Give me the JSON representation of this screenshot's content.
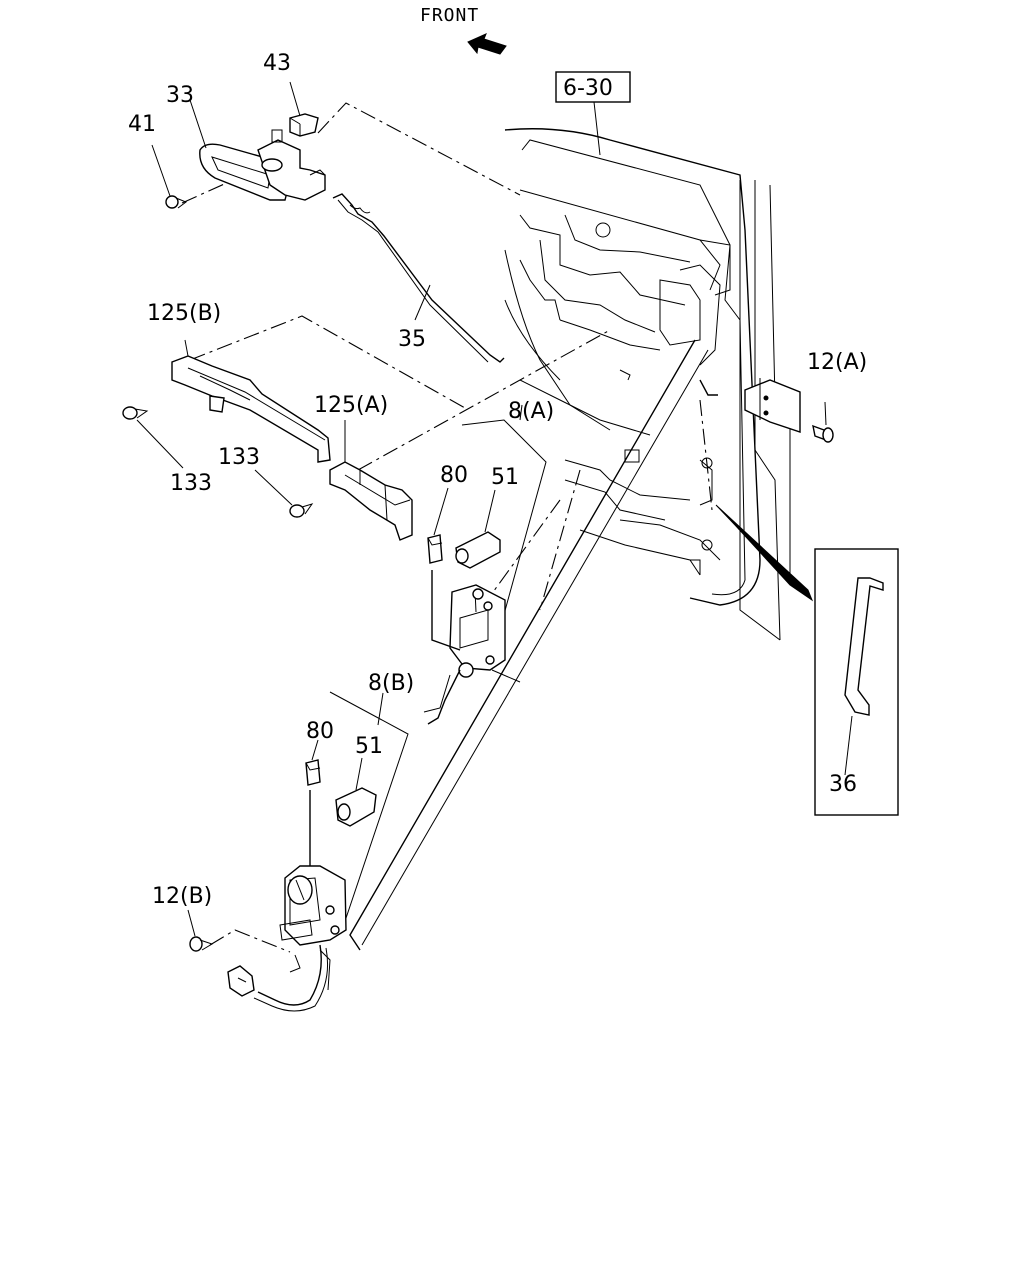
{
  "orientation": {
    "front_label": "FRONT"
  },
  "reference_box": {
    "label": "6-30"
  },
  "callouts": {
    "p43": "43",
    "p33": "33",
    "p41": "41",
    "p35": "35",
    "p125b": "125(B)",
    "p125a": "125(A)",
    "p133a": "133",
    "p133b": "133",
    "p8a": "8(A)",
    "p80a": "80",
    "p51a": "51",
    "p8b": "8(B)",
    "p80b": "80",
    "p51b": "51",
    "p12a": "12(A)",
    "p12b": "12(B)",
    "p36": "36"
  }
}
